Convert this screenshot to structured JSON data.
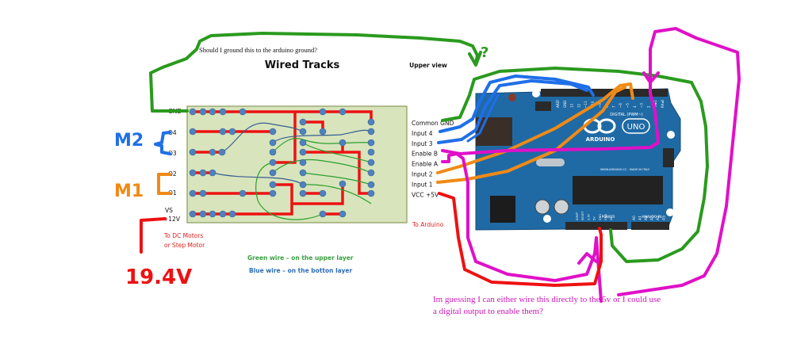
{
  "annotations": {
    "question_ground": "Should I ground this to the arduino ground?",
    "question_mark": "?",
    "bottom_note_line1": "Im guessing I can either wire this directly to the 5v or I could use",
    "bottom_note_line2": "a digital output to enable them?",
    "m2_label": "M2",
    "m1_label": "M1",
    "voltage_label": "19.4V"
  },
  "board": {
    "title": "Wired Tracks",
    "view_label": "Upper view",
    "left_pins": [
      "GND",
      "O4",
      "O3",
      "O2",
      "O1",
      "VS",
      "+12V"
    ],
    "right_pins": [
      "Common GND",
      "Input 4",
      "Input 3",
      "Enable B",
      "Enable A",
      "Input 2",
      "Input 1",
      "VCC +5V"
    ],
    "motors_note_line1": "To DC Motors",
    "motors_note_line2": "or Step Motor",
    "arduino_note": "To Arduino",
    "legend_green": "Green wire – on the upper layer",
    "legend_blue": "Blue wire – on the botton layer"
  },
  "arduino": {
    "brand": "ARDUINO",
    "model": "UNO",
    "digital_label": "DIGITAL (PWM~)",
    "power_label": "POWER",
    "analog_label": "ANALOG IN",
    "website": "WWW.ARDUINO.CC - MADE IN ITALY",
    "digital_pins": [
      "AREF",
      "GND",
      "13",
      "12",
      "~11",
      "~10",
      "~9",
      "8",
      "7",
      "~6",
      "~5",
      "4",
      "~3",
      "2",
      "TX▸1",
      "RX◂0"
    ],
    "power_pins": [
      "IOREF",
      "RESET",
      "3.3V",
      "5V",
      "GND",
      "GND",
      "Vin"
    ],
    "analog_pins": [
      "A0",
      "A1",
      "A2",
      "A3",
      "A4",
      "A5"
    ]
  },
  "colors": {
    "board_fill": "#d8e4bc",
    "board_border": "#8a9a5b",
    "track_red": "#ee1111",
    "pad_blue": "#4f81bd",
    "wire_green": "#2ca02c",
    "wire_blue": "#365f91",
    "ink_green": "#2a9a1e",
    "ink_blue": "#1f6fe8",
    "ink_orange": "#f08a16",
    "ink_magenta": "#e010c8",
    "ink_red": "#ee1111",
    "note_red": "#e0201e",
    "legend_green": "#3aa040",
    "legend_blue": "#2e6db4",
    "note_magenta": "#cc16b4",
    "arduino_blue": "#1f6aa5"
  }
}
